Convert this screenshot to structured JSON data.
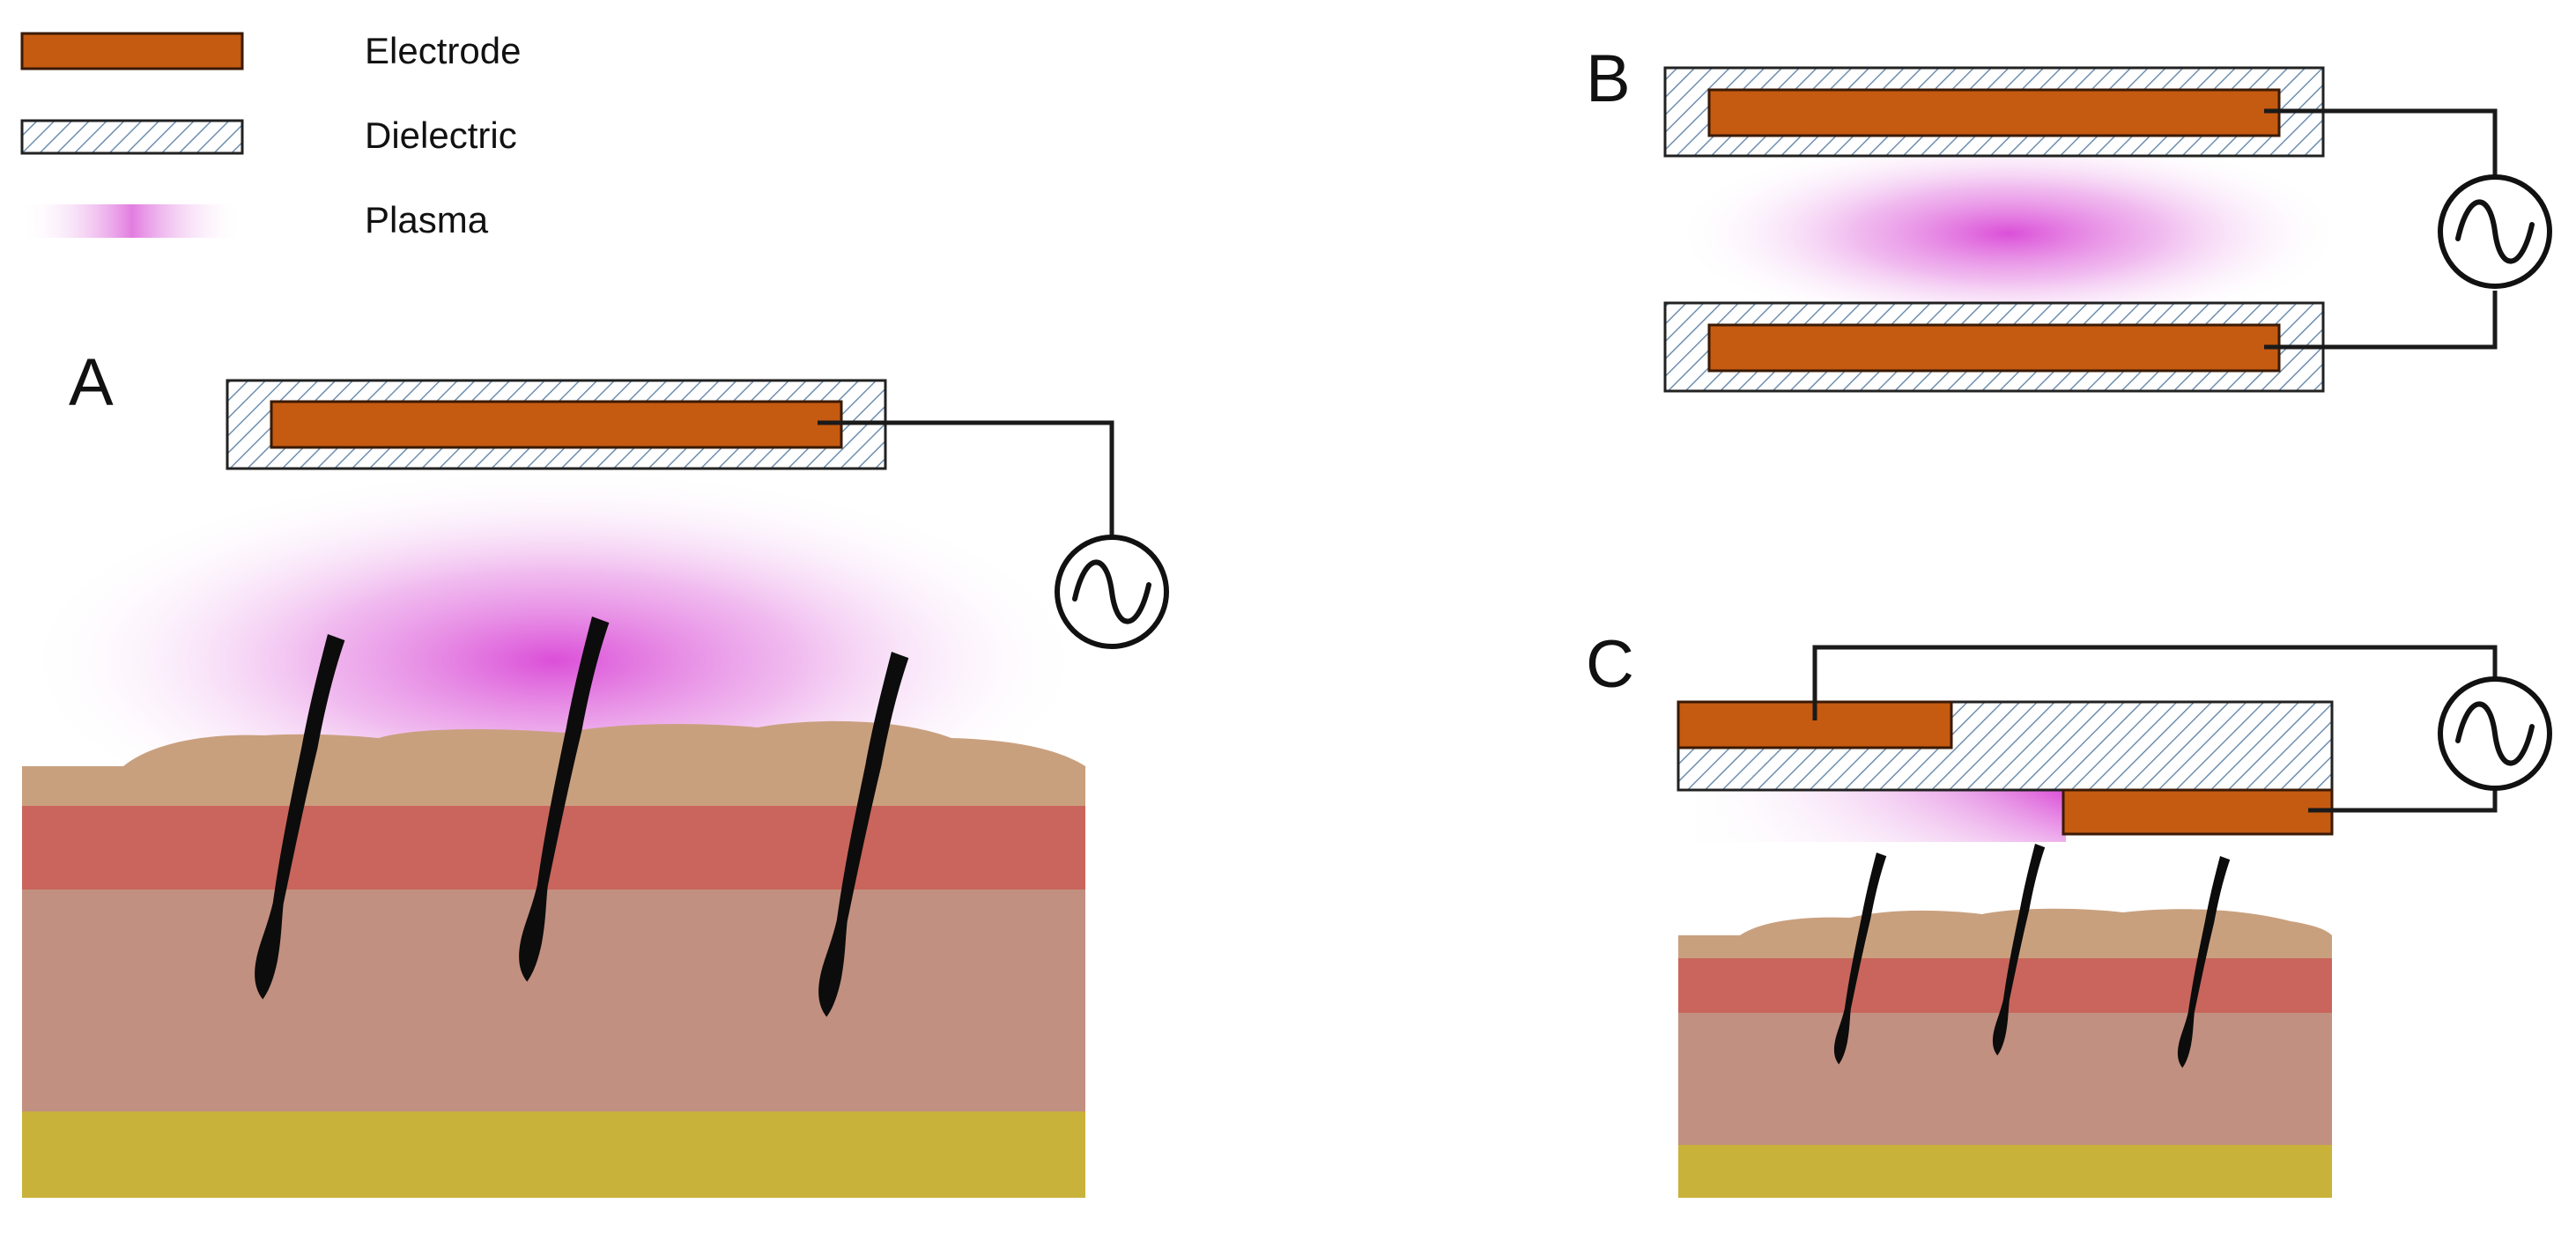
{
  "legend": {
    "items": [
      {
        "key": "electrode",
        "label": "Electrode"
      },
      {
        "key": "dielectric",
        "label": "Dielectric"
      },
      {
        "key": "plasma",
        "label": "Plasma"
      }
    ]
  },
  "panels": {
    "A": {
      "letter": "A"
    },
    "B": {
      "letter": "B"
    },
    "C": {
      "letter": "C"
    }
  },
  "colors": {
    "electrode": "#c55a11",
    "electrode_border": "#3a1a05",
    "dielectric_fill": "#ffffff",
    "dielectric_hatch": "#6f8fb0",
    "plasma": "#d946d6",
    "skin_surface": "#c9a07e",
    "skin_dermis_top": "#c9655c",
    "skin_dermis": "#c29080",
    "fat_layer": "#c8b23a",
    "hair": "#0c0c0c",
    "wire": "#1a1a1a"
  },
  "icons": {
    "ac_source": "ac-source-icon",
    "hair": "hair-follicle-icon"
  }
}
